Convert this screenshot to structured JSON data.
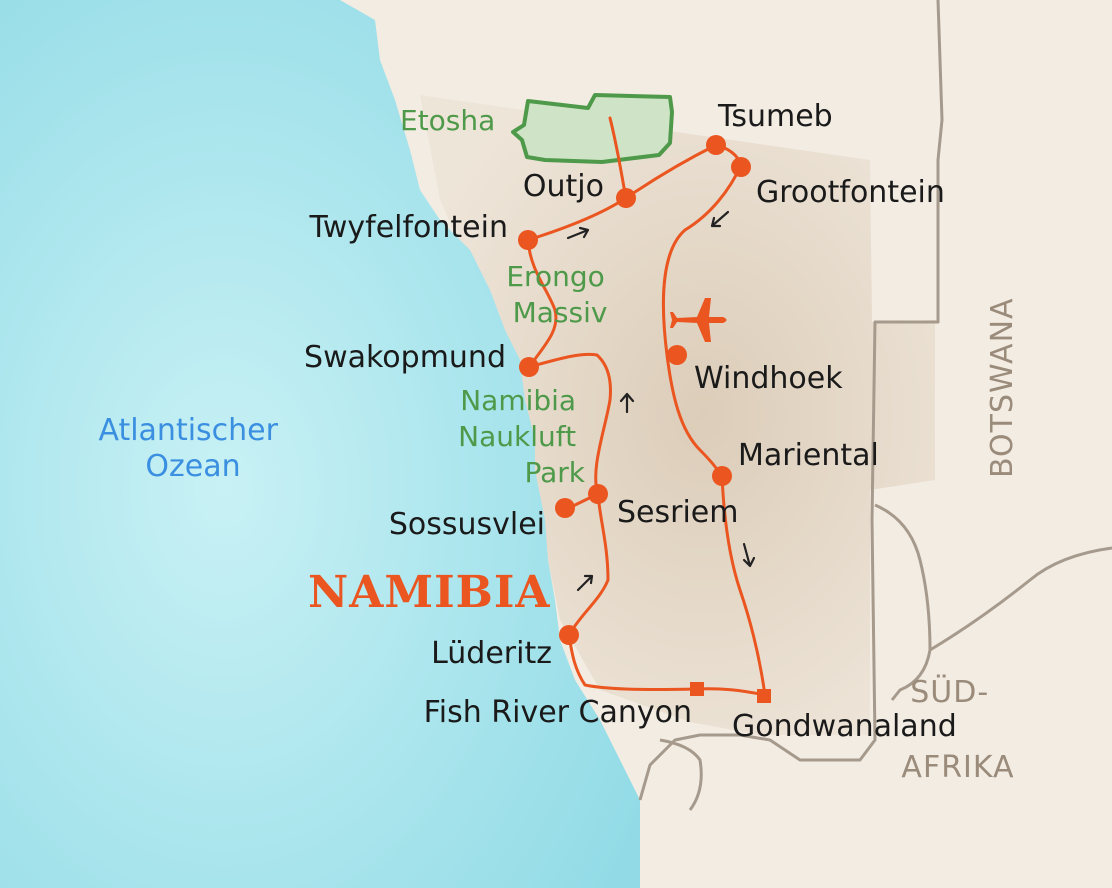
{
  "country_title": "NAMIBIA",
  "ocean_label": [
    "Atlantischer",
    "Ozean"
  ],
  "neighbors": {
    "botswana": "BOTSWANA",
    "south_africa": [
      "SÜD-",
      "AFRIKA"
    ]
  },
  "parks": {
    "etosha": "Etosha",
    "erongo": [
      "Erongo",
      "Massiv"
    ],
    "naukluft": [
      "Namibia",
      "Naukluft",
      "Park"
    ]
  },
  "cities": {
    "tsumeb": "Tsumeb",
    "grootfontein": "Grootfontein",
    "outjo": "Outjo",
    "twyfelfontein": "Twyfelfontein",
    "swakopmund": "Swakopmund",
    "windhoek": "Windhoek",
    "mariental": "Mariental",
    "sesriem": "Sesriem",
    "sossusvlei": "Sossusvlei",
    "luderitz": "Lüderitz",
    "fish_river_canyon": "Fish River Canyon",
    "gondwanaland": "Gondwanaland"
  },
  "colors": {
    "route": "#ea5520",
    "park_green": "#4e9a4a",
    "park_fill": "#cfe3c7",
    "ocean": "#9fe0ea",
    "land": "#f3ece3",
    "namibia_land": "#e6dacb",
    "border": "#a69a8c"
  },
  "icons": {
    "airport": "airplane-icon",
    "direction": "arrow-icon"
  }
}
